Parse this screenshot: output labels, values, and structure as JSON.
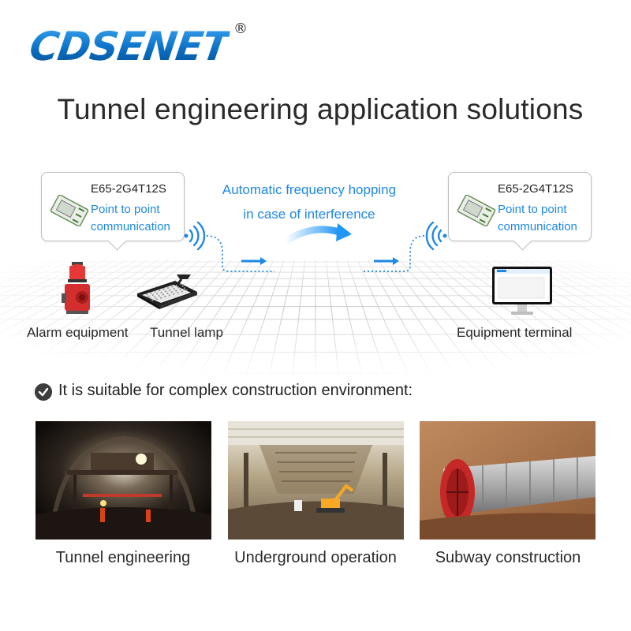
{
  "brand": {
    "logo_text": "CDSENET",
    "registered": "®",
    "colors": {
      "primary": "#1e88e5",
      "dark": "#064c8f"
    }
  },
  "title": "Tunnel engineering application solutions",
  "diagram": {
    "left_module": {
      "model": "E65-2G4T12S",
      "desc_line1": "Point to point",
      "desc_line2": "communication"
    },
    "right_module": {
      "model": "E65-2G4T12S",
      "desc_line1": "Point to point",
      "desc_line2": "communication"
    },
    "center_caption_line1": "Automatic frequency hopping",
    "center_caption_line2": "in case of interference",
    "devices": {
      "alarm": "Alarm equipment",
      "lamp": "Tunnel lamp",
      "terminal": "Equipment terminal"
    },
    "icons": [
      "wifi-signal-icon",
      "arrow-right-icon",
      "waveform-icon",
      "curved-arrow-icon",
      "check-circle-icon"
    ]
  },
  "suitable": "It is suitable for complex construction environment:",
  "scenarios": [
    {
      "caption": "Tunnel engineering"
    },
    {
      "caption": "Underground operation"
    },
    {
      "caption": "Subway construction"
    }
  ]
}
